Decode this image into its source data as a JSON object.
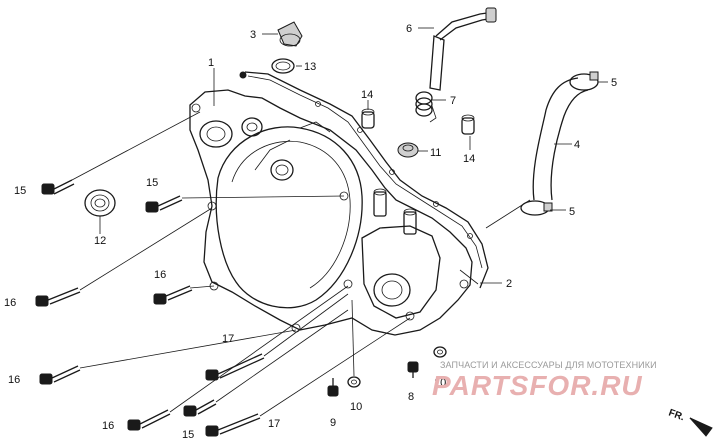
{
  "diagram": {
    "callouts": {
      "c1": "1",
      "c2": "2",
      "c3": "3",
      "c4": "4",
      "c5a": "5",
      "c5b": "5",
      "c6": "6",
      "c7": "7",
      "c8": "8",
      "c9": "9",
      "c10a": "10",
      "c10b": "10",
      "c11": "11",
      "c12": "12",
      "c13": "13",
      "c14a": "14",
      "c14b": "14",
      "c15a": "15",
      "c15b": "15",
      "c15c": "15",
      "c16a": "16",
      "c16b": "16",
      "c16c": "16",
      "c16d": "16",
      "c17a": "17",
      "c17b": "17"
    },
    "direction_label": "FR."
  },
  "watermark": {
    "text": "ЗАПЧАСТИ И АКСЕССУАРЫ ДЛЯ МОТОТЕХНИКИ",
    "logo": "PARTSFOR.RU"
  }
}
